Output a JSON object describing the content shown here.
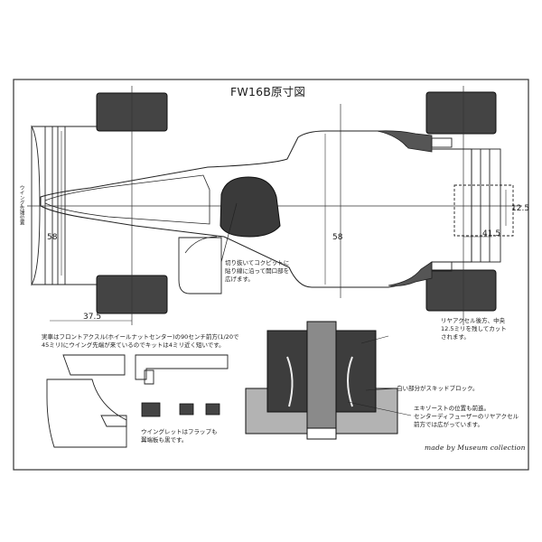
{
  "title": "FW16B原寸図",
  "dimensions": {
    "front_width": "58",
    "rear_width": "58",
    "rear_overhang": "12.5",
    "rear_axle": "41.5",
    "front_overhang": "37.5"
  },
  "notes": {
    "front_wing_vertical": "ウイング先端位置",
    "cockpit_note": [
      "切り抜いてコクピットに",
      "貼り線に沿って開口部を",
      "広げます。"
    ],
    "real_car_note": [
      "実車はフロントアクスル(ホイールナットセンター)の90センチ前方(1/20で",
      "45ミリ)にウイング先端が来ているのでキットは4ミリ近く短いです。"
    ],
    "rear_axle_note": [
      "リヤアクセル後方、中央",
      "12.5ミリを残してカット",
      "されます。"
    ],
    "white_skid": "白い部分がスキッドブロック。",
    "exhaust_note": [
      "エキゾーストの位置も前進。",
      "センターディフューザーのリヤアクセル",
      "前方では広がっています。"
    ],
    "winglet_note": [
      "ウイングレットはフラップも",
      "翼端板も黒です。"
    ]
  },
  "credit": "made by Museum collection",
  "colors": {
    "tire": "#444444",
    "ink": "#1a1a1a",
    "skid": "#b3b3b3",
    "paper": "#ffffff"
  }
}
